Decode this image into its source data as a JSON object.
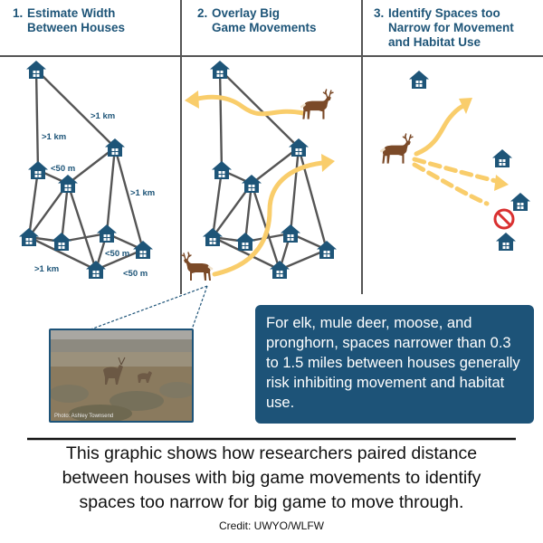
{
  "steps": [
    {
      "number": "1.",
      "title": "Estimate Width\nBetween Houses"
    },
    {
      "number": "2.",
      "title": "Overlay Big\nGame Movements"
    },
    {
      "number": "3.",
      "title": "Identify Spaces too\nNarrow for Movement\nand Habitat Use"
    }
  ],
  "distance_labels": [
    ">1 km",
    ">1 km",
    "<50 m",
    ">1 km",
    "<50 m",
    ">1 km",
    "<50 m"
  ],
  "info_text": "For elk, mule deer, moose, and pronghorn, spaces narrower than 0.3 to 1.5 miles between houses generally risk inhibiting movement and habitat use.",
  "photo_credit": "Photo: Ashley Townsend",
  "caption": "This graphic shows how researchers paired distance\nbetween houses with big game movements to identify\nspaces too narrow for big game to move through.",
  "credit": "Credit: UWYO/WLFW",
  "icons": [
    "house-icon",
    "deer-icon",
    "movement-arrow",
    "no-entry-icon"
  ],
  "colors": {
    "navy": "#1e5578",
    "arrow": "#f9cd6b",
    "deer": "#7b4a28",
    "line": "#555555",
    "box": "#1d5378"
  }
}
